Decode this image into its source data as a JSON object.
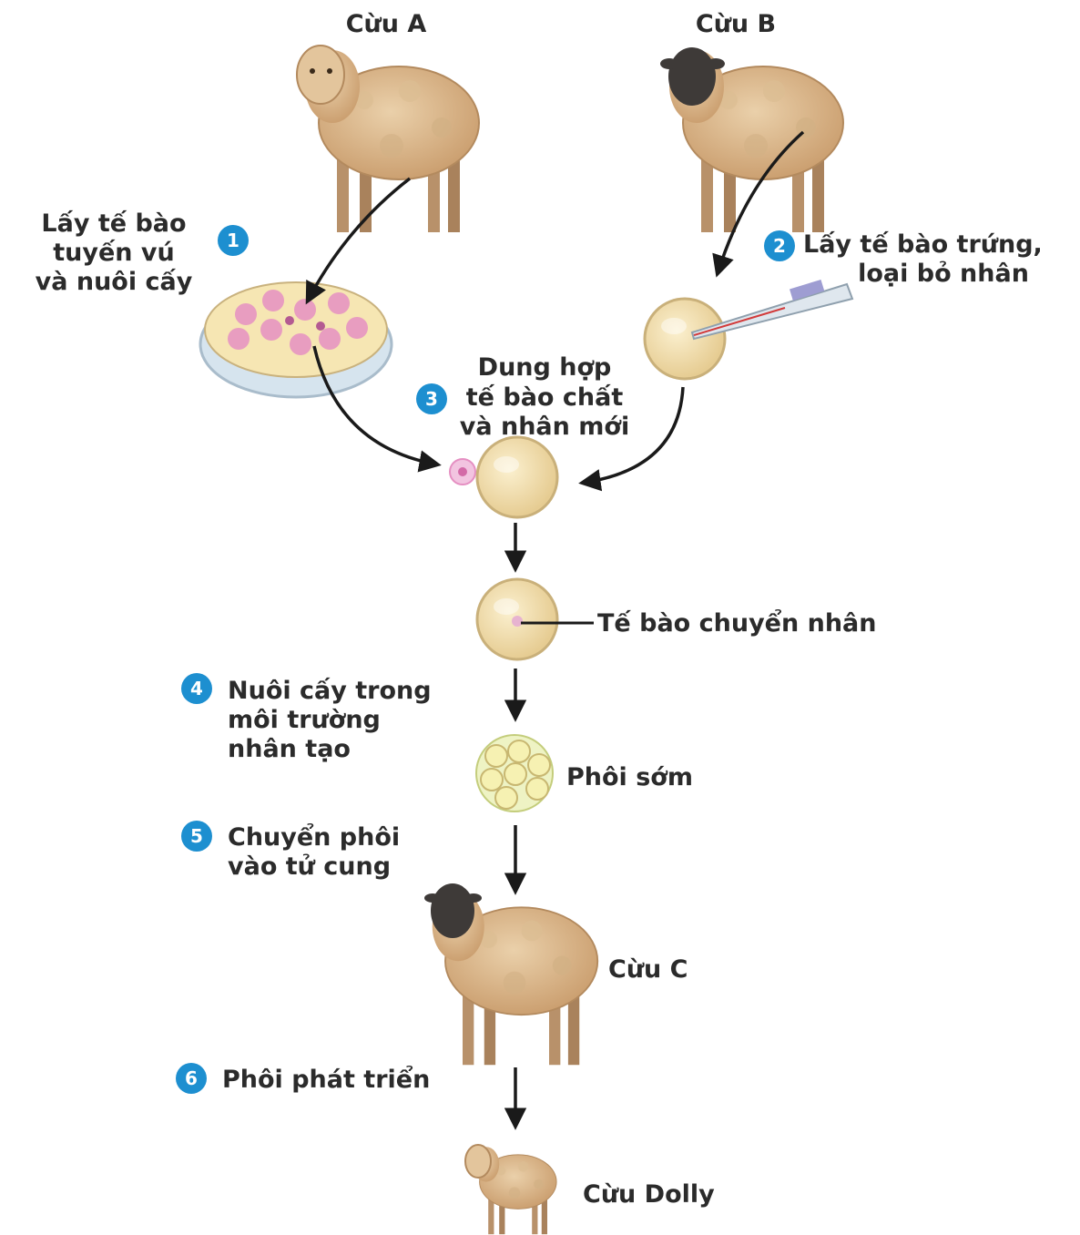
{
  "labels": {
    "sheep_a": "Cừu A",
    "sheep_b": "Cừu B",
    "sheep_c": "Cừu C",
    "dolly": "Cừu Dolly",
    "transfer_cell": "Tế bào chuyển nhân",
    "early_embryo": "Phôi sớm"
  },
  "steps": [
    {
      "num": "1",
      "lines": [
        "Lấy tế bào",
        "tuyến vú",
        "và nuôi cấy"
      ]
    },
    {
      "num": "2",
      "lines": [
        "Lấy tế bào trứng,",
        "loại bỏ nhân"
      ]
    },
    {
      "num": "3",
      "lines": [
        "Dung hợp",
        "tế bào chất",
        "và nhân mới"
      ]
    },
    {
      "num": "4",
      "lines": [
        "Nuôi cấy trong",
        "môi trường",
        "nhân tạo"
      ]
    },
    {
      "num": "5",
      "lines": [
        "Chuyển phôi",
        "vào tử cung"
      ]
    },
    {
      "num": "6",
      "lines": [
        "Phôi phát triển"
      ]
    }
  ],
  "colors": {
    "badge": "#1d8fd0",
    "wool": "#d9b88f",
    "cell": "#f1dcaa",
    "nucleus_pink": "#e58fc2",
    "text": "#2b2b2b"
  }
}
